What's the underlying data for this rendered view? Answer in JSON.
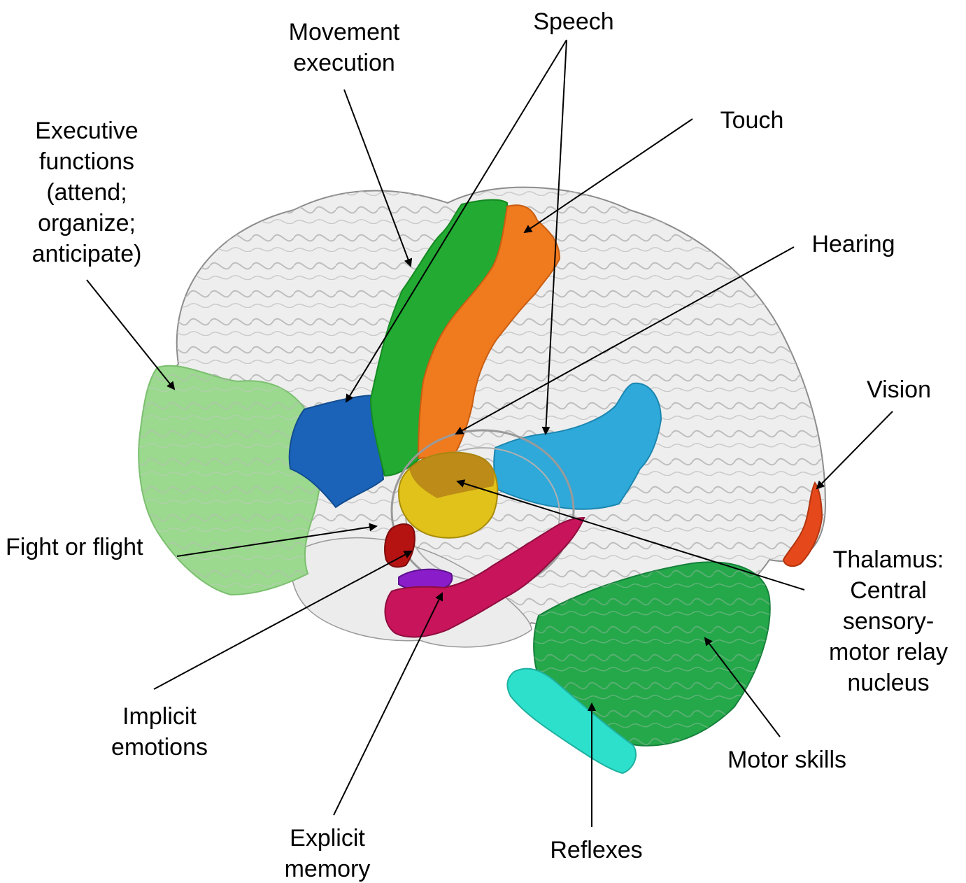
{
  "labels": {
    "movement_execution": [
      "Movement",
      "execution"
    ],
    "speech": "Speech",
    "touch": "Touch",
    "executive_functions": [
      "Executive",
      "functions",
      "(attend;",
      "organize;",
      "anticipate)"
    ],
    "hearing": "Hearing",
    "vision": "Vision",
    "fight_or_flight": "Fight or flight",
    "thalamus": [
      "Thalamus:",
      "Central",
      "sensory-",
      "motor relay",
      "nucleus"
    ],
    "implicit_emotions": [
      "Implicit",
      "emotions"
    ],
    "motor_skills": "Motor skills",
    "explicit_memory": [
      "Explicit",
      "memory"
    ],
    "reflexes": "Reflexes"
  },
  "region_colors": {
    "brain_outline": "#e8e8e8",
    "prefrontal": "#9ad98e",
    "motor_cortex": "#22aa33",
    "somatosensory": "#f07a1e",
    "broca": "#1a63b8",
    "wernicke": "#2ea9d9",
    "thalamus": "#e0c21a",
    "amygdala": "#b51212",
    "hippocampus": "#c8145a",
    "mammillary": "#8a1dc9",
    "visual_cortex": "#e5481a",
    "cerebellum": "#24a84a",
    "brainstem": "#2de0cc"
  }
}
